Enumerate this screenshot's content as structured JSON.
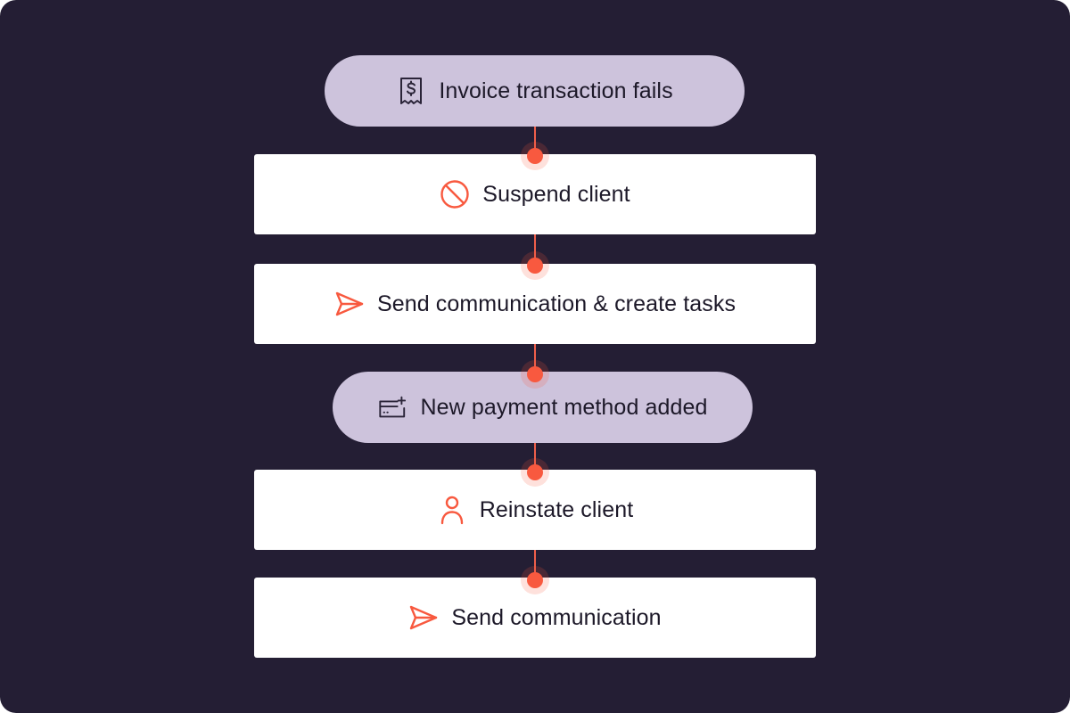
{
  "colors": {
    "background": "#241e34",
    "trigger_fill": "#cdc3dc",
    "action_fill": "#ffffff",
    "accent": "#f8593f",
    "text": "#1c1828"
  },
  "flow": {
    "steps": [
      {
        "kind": "trigger",
        "icon": "receipt-dollar-icon",
        "label": "Invoice transaction fails"
      },
      {
        "kind": "action",
        "icon": "ban-icon",
        "label": "Suspend client"
      },
      {
        "kind": "action",
        "icon": "send-icon",
        "label": "Send communication & create tasks"
      },
      {
        "kind": "trigger",
        "icon": "card-add-icon",
        "label": "New payment method added"
      },
      {
        "kind": "action",
        "icon": "user-icon",
        "label": "Reinstate client"
      },
      {
        "kind": "action",
        "icon": "send-icon",
        "label": "Send communication"
      }
    ]
  }
}
